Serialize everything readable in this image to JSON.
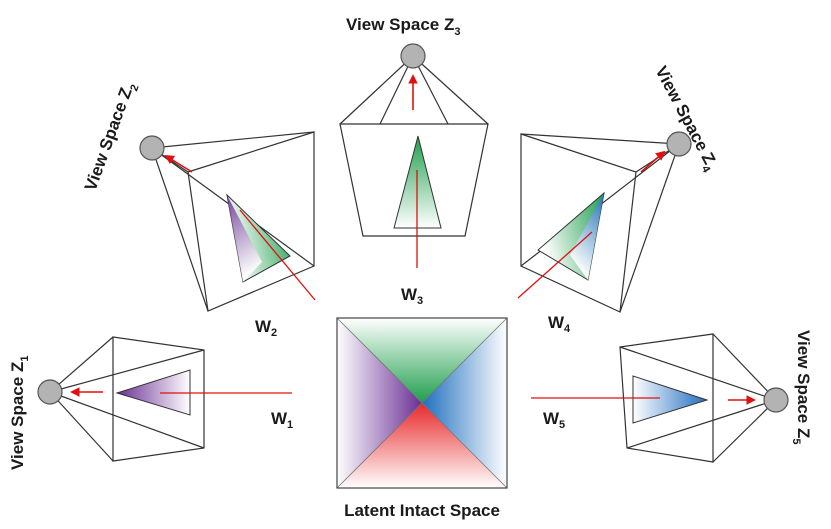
{
  "title": "Latent Intact Space",
  "views": [
    {
      "id": "1",
      "label": "View Space Z",
      "sub": "1",
      "weight": "W",
      "weight_sub": "1"
    },
    {
      "id": "2",
      "label": "View Space Z",
      "sub": "2",
      "weight": "W",
      "weight_sub": "2"
    },
    {
      "id": "3",
      "label": "View Space Z",
      "sub": "3",
      "weight": "W",
      "weight_sub": "3"
    },
    {
      "id": "4",
      "label": "View Space Z",
      "sub": "4",
      "weight": "W",
      "weight_sub": "4"
    },
    {
      "id": "5",
      "label": "View Space Z",
      "sub": "5",
      "weight": "W",
      "weight_sub": "5"
    }
  ],
  "colors": {
    "green": "#1e9e4c",
    "purple": "#7a3fa2",
    "blue": "#1f6fbf",
    "red": "#e8282a",
    "arrow": "#e01010",
    "camera": "#b3b3b3"
  }
}
